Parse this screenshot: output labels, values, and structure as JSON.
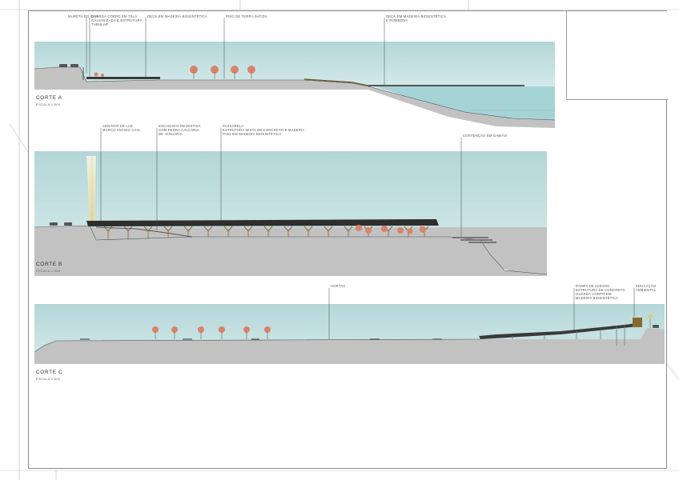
{
  "sections": [
    {
      "id": "a",
      "title": "CORTE  A",
      "scale": "ESCALA 1:500",
      "labels": [
        "MURETA DO CAIS",
        "GUARDA CORPO EM TELA\nGALVANIZADA E ESTRUTURA\nTUBULAR",
        "DECK EM MADEIRA BIOSINTÉTICA",
        "PISO DE TERRA BATIDA",
        "DECK EM MADEIRA BIOSINTÉTICA\nE ROMBONA"
      ]
    },
    {
      "id": "b",
      "title": "CORTE  B",
      "scale": "ESCALA 1:500",
      "labels": [
        "CENÁRIO DE LUZ\nMARCO ANTIGO CAIS",
        "ESCADARIA REVESTIDA\nCOM PEDRA CALCÁRIA\nDE JANUÁRIA",
        "PASSARELA\nESTRUTURA MISTA DE CONCRETO E MADEIRA\nPISO EM MADEIRA BIOSINTÉTICA",
        "CONTENÇÃO EM GABIÃO"
      ]
    },
    {
      "id": "c",
      "title": "CORTE  C",
      "scale": "ESCALA 1:500",
      "labels": [
        "HORTAS",
        "RAMPA DE ACESSO\nESTRUTURA DE CONCRETO\nGUARDA CORPO EM\nMADEIRA BIOSINTÉTICA",
        "EDUCAÇÃO\nAMBIENTAL"
      ]
    }
  ],
  "colors": {
    "sky": "#c9e2e3",
    "water": "#a6d3d6",
    "ground": "#c0c0c0",
    "deck": "#3a3a3a",
    "tree": "#d9826b",
    "leader": "#444444"
  }
}
